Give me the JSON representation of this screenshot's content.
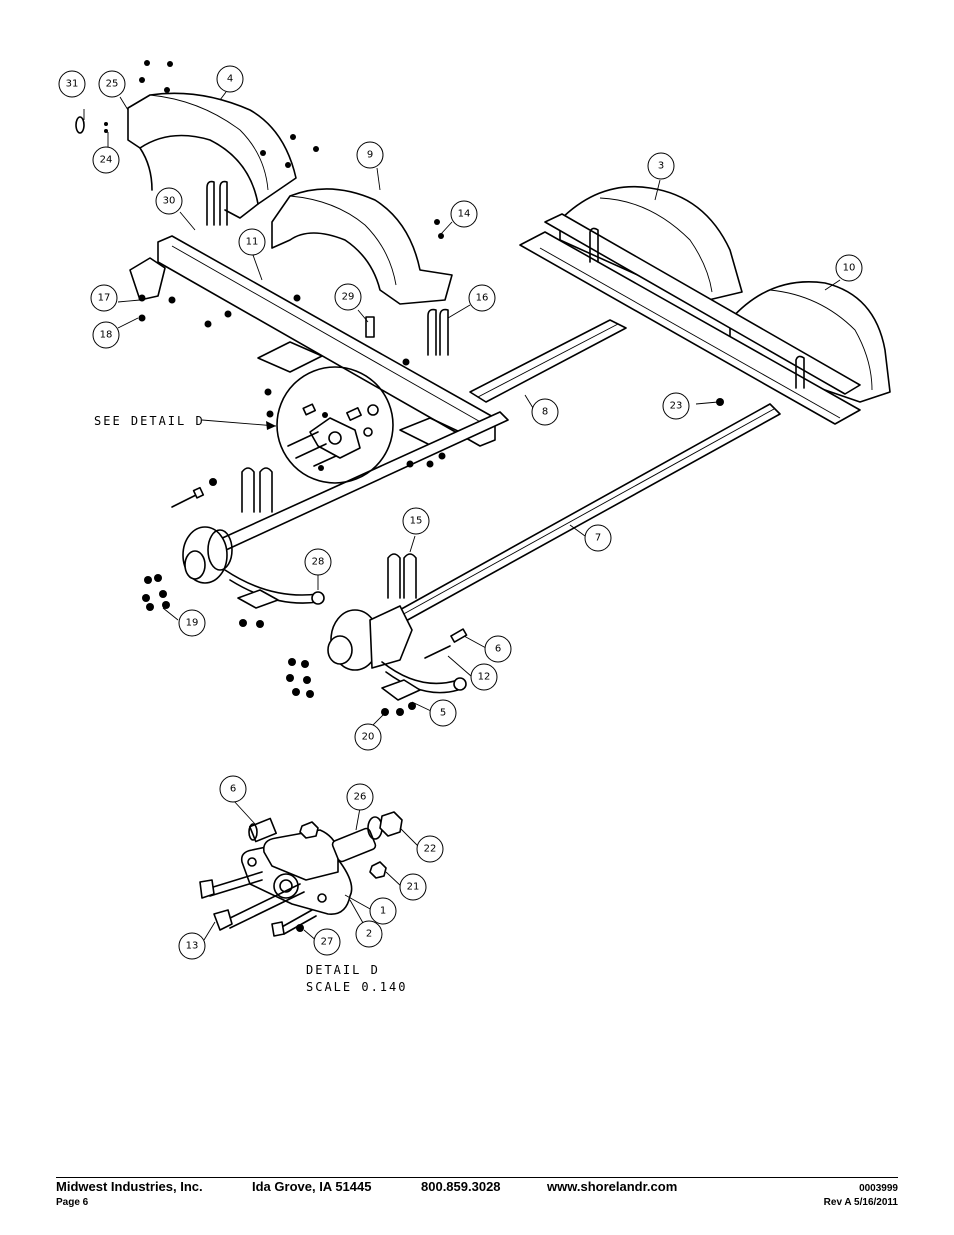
{
  "diagram": {
    "callouts": [
      "31",
      "25",
      "4",
      "24",
      "9",
      "30",
      "14",
      "3",
      "10",
      "11",
      "29",
      "16",
      "17",
      "18",
      "8",
      "23",
      "7",
      "15",
      "28",
      "19",
      "6",
      "12",
      "5",
      "20",
      "26",
      "22",
      "21",
      "1",
      "2",
      "13",
      "27"
    ],
    "detail_reference": "SEE DETAIL D",
    "detail_title": "DETAIL D",
    "detail_scale": "SCALE 0.140"
  },
  "footer": {
    "company": "Midwest Industries, Inc.",
    "location": "Ida Grove, IA  51445",
    "phone": "800.859.3028",
    "website": "www.shorelandr.com",
    "page": "Page 6",
    "doc_number": "0003999",
    "revision": "Rev A  5/16/2011"
  }
}
